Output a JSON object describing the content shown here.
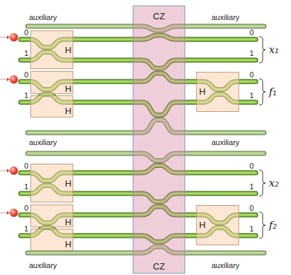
{
  "diagram": {
    "nodes": [
      {
        "text": [
          "CZ",
          "CZ"
        ]
      },
      {
        "text": [
          "H"
        ]
      },
      {
        "text": [
          "H"
        ]
      },
      {
        "text": [
          "H"
        ]
      },
      {
        "text": [
          "H"
        ]
      },
      {
        "text": [
          "H"
        ]
      },
      {
        "text": [
          "H"
        ]
      },
      {
        "text": [
          "H"
        ]
      },
      {
        "text": [
          "H"
        ]
      }
    ],
    "labels": [
      "auxiliary",
      "auxiliary",
      "0",
      "1",
      "0",
      "1",
      "x₁",
      "0",
      "1",
      "0",
      "1",
      "f₁",
      "auxiliary",
      "auxiliary",
      "0",
      "1",
      "0",
      "1",
      "x₂",
      "0",
      "1",
      "0",
      "1",
      "f₂",
      "auxiliary",
      "auxiliary"
    ]
  }
}
